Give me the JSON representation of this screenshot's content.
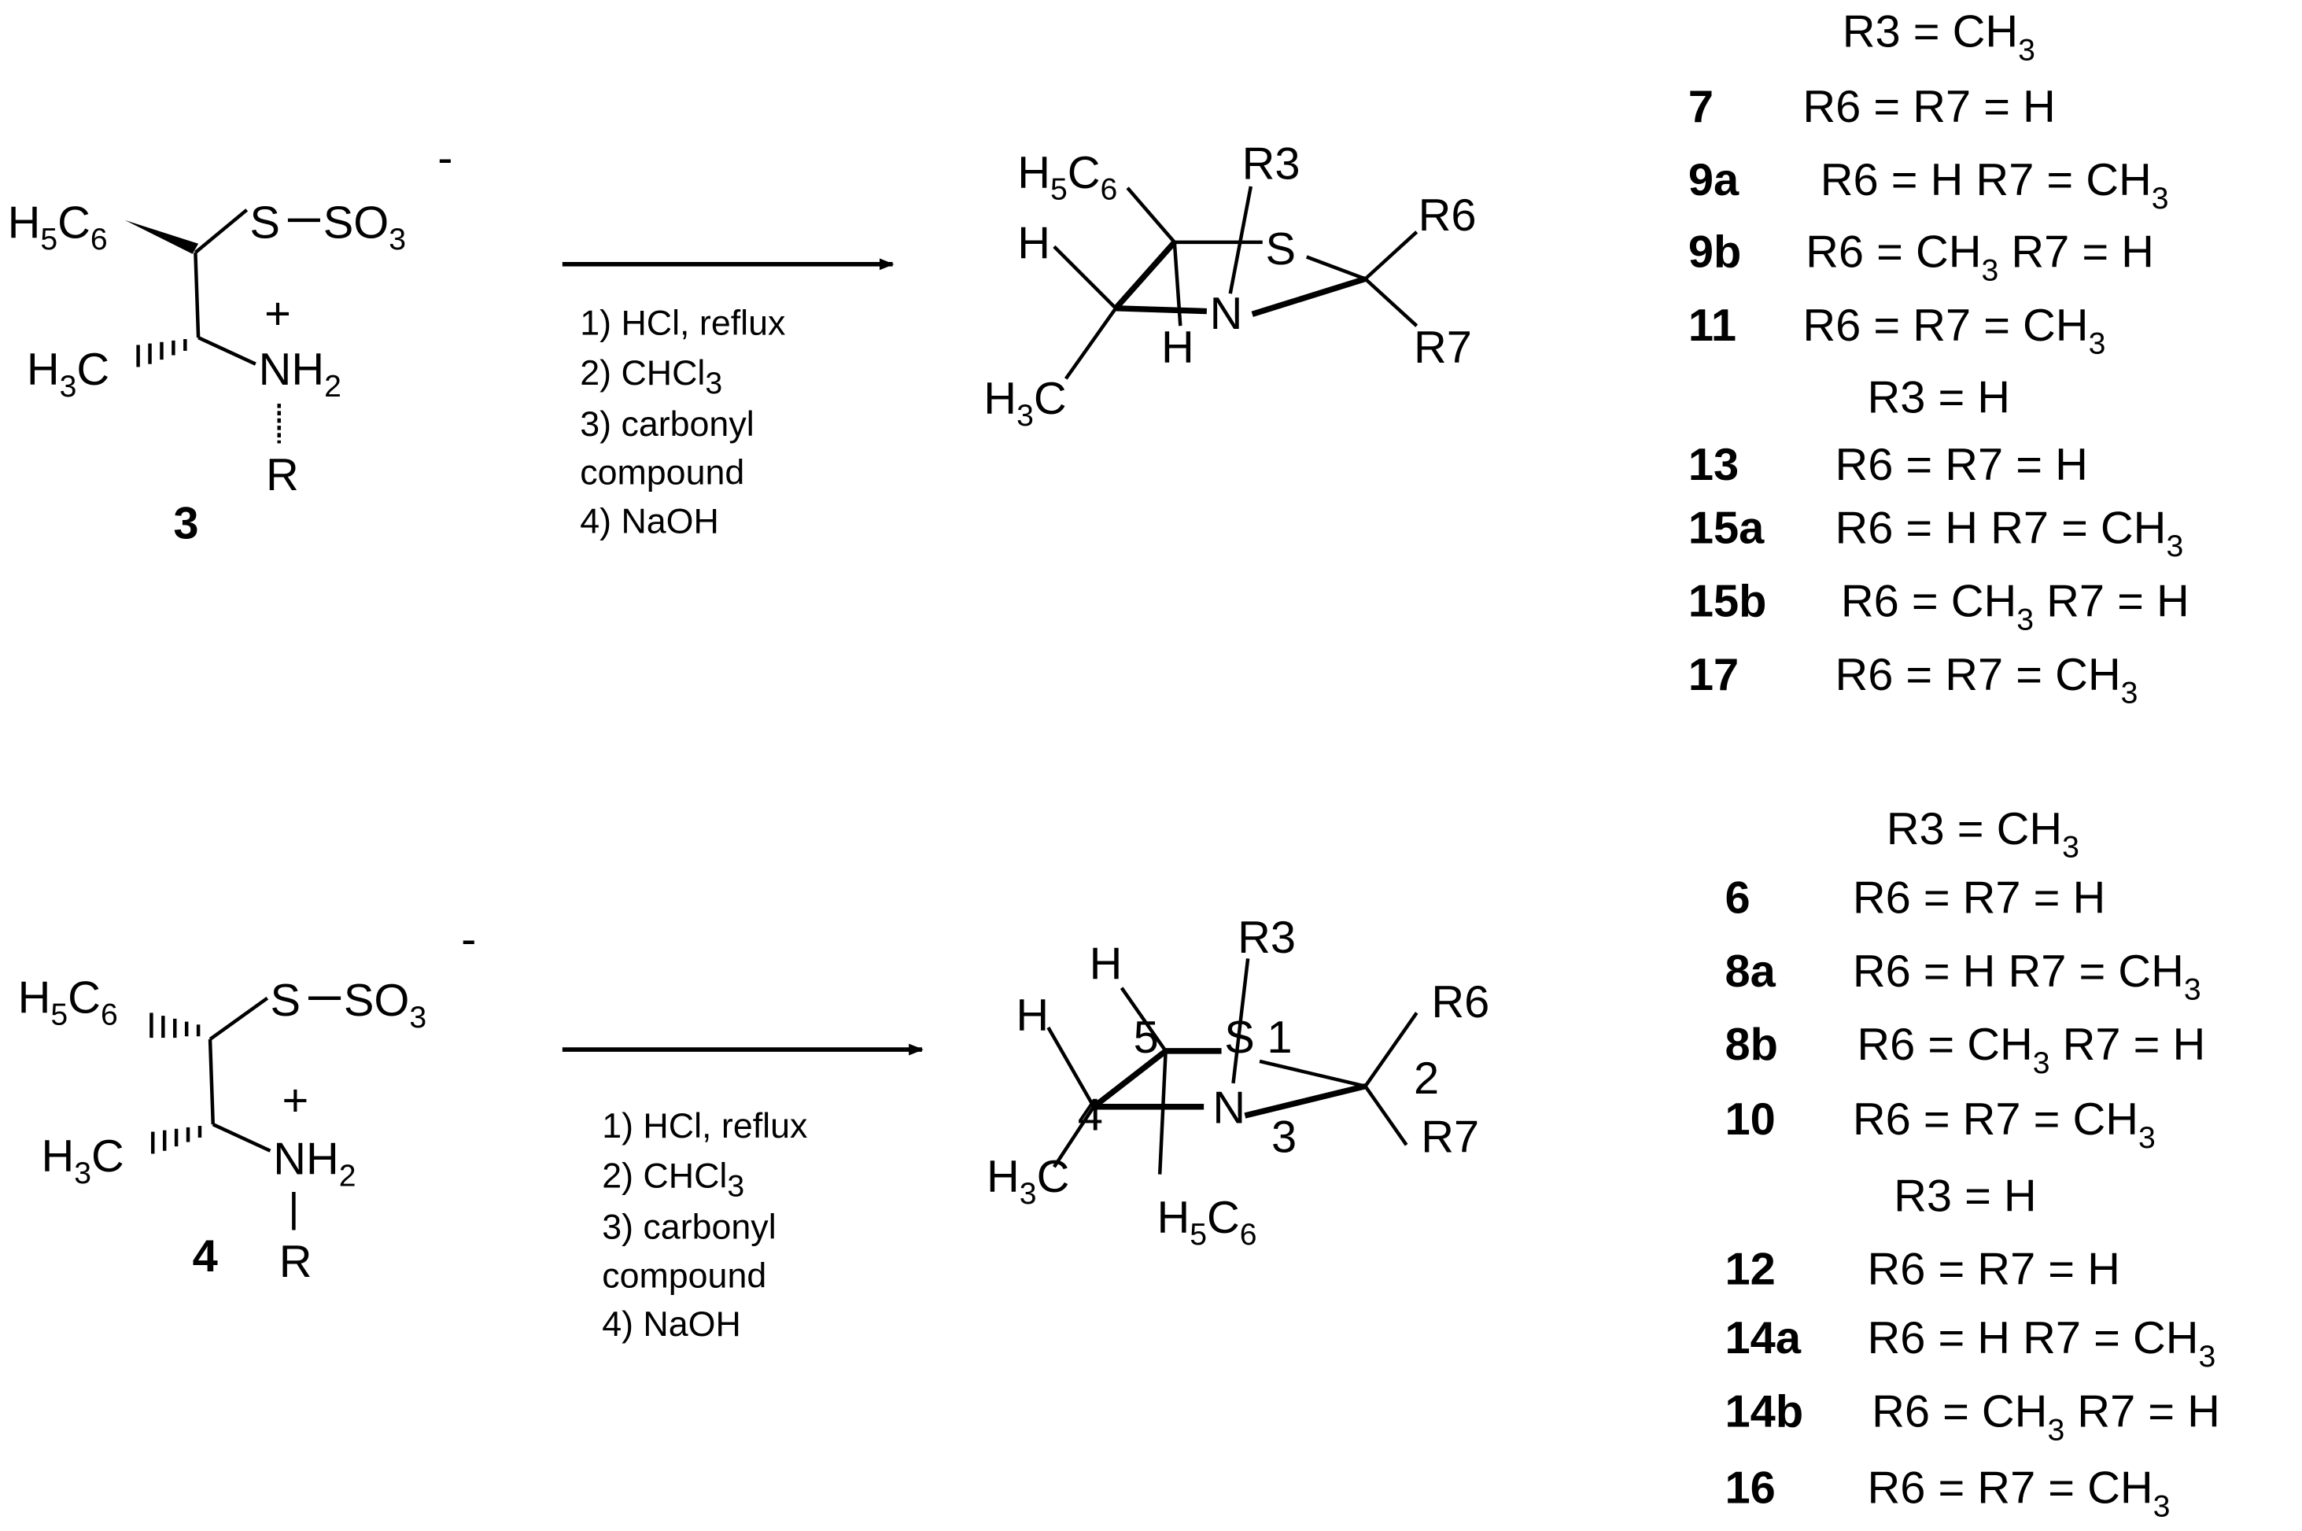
{
  "scheme": {
    "top": {
      "reactant": {
        "phenyl": [
          "H",
          "5",
          "C",
          "6"
        ],
        "methyl": [
          "H",
          "3",
          "C"
        ],
        "thio": "S",
        "sulfonate": [
          "SO",
          "3"
        ],
        "charge_minus": "-",
        "charge_plus": "+",
        "amine": [
          "NH",
          "2"
        ],
        "r": "R",
        "id": "3"
      },
      "conditions": [
        "1) HCl, reflux",
        [
          "2) CHCl",
          "3"
        ],
        "3) carbonyl",
        "compound",
        "4) NaOH"
      ],
      "product": {
        "phenyl": [
          "H",
          "5",
          "C",
          "6"
        ],
        "h1": "H",
        "h2": "H",
        "methyl": [
          "H",
          "3",
          "C"
        ],
        "r3": "R3",
        "s": "S",
        "n": "N",
        "r6": "R6",
        "r7": "R7"
      },
      "table": {
        "groups": [
          {
            "header": [
              "R3  =  CH",
              "3"
            ],
            "rows": [
              {
                "id": "7",
                "formula": [
                  "R6 = R7 = H"
                ]
              },
              {
                "id": "9a",
                "formula": [
                  "R6 = H R7 = CH",
                  "3"
                ]
              },
              {
                "id": "9b",
                "formula": [
                  "R6 = CH",
                  "3",
                  " R7 = H"
                ]
              },
              {
                "id": "11",
                "formula": [
                  "R6 = R7 = CH",
                  "3"
                ]
              }
            ]
          },
          {
            "header": [
              "R3 = H"
            ],
            "rows": [
              {
                "id": "13",
                "formula": [
                  "R6 = R7 = H"
                ]
              },
              {
                "id": "15a",
                "formula": [
                  "R6 = H R7 = CH",
                  "3"
                ]
              },
              {
                "id": "15b",
                "formula": [
                  "R6 = CH",
                  "3",
                  " R7 = H"
                ]
              },
              {
                "id": "17",
                "formula": [
                  "R6 = R7 = CH",
                  "3"
                ]
              }
            ]
          }
        ]
      }
    },
    "bottom": {
      "reactant": {
        "phenyl": [
          "H",
          "5",
          "C",
          "6"
        ],
        "methyl": [
          "H",
          "3",
          "C"
        ],
        "thio": "S",
        "sulfonate": [
          "SO",
          "3"
        ],
        "charge_minus": "-",
        "charge_plus": "+",
        "amine": [
          "NH",
          "2"
        ],
        "r": "R",
        "id": "4"
      },
      "conditions": [
        "1) HCl, reflux",
        [
          "2) CHCl",
          "3"
        ],
        "3) carbonyl",
        "compound",
        "4) NaOH"
      ],
      "product": {
        "phenyl": [
          "H",
          "5",
          "C",
          "6"
        ],
        "h1": "H",
        "h2": "H",
        "methyl": [
          "H",
          "3",
          "C"
        ],
        "r3": "R3",
        "s": "S",
        "n": "N",
        "r6": "R6",
        "r7": "R7",
        "ring_numbers": [
          "1",
          "2",
          "3",
          "4",
          "5"
        ]
      },
      "table": {
        "groups": [
          {
            "header": [
              "R3 = CH",
              "3"
            ],
            "rows": [
              {
                "id": "6",
                "formula": [
                  "R6 = R7 = H"
                ]
              },
              {
                "id": "8a",
                "formula": [
                  "R6 = H R7 = CH",
                  "3"
                ]
              },
              {
                "id": "8b",
                "formula": [
                  "R6 = CH",
                  "3",
                  " R7 = H"
                ]
              },
              {
                "id": "10",
                "formula": [
                  "R6 = R7 = CH",
                  "3"
                ]
              }
            ]
          },
          {
            "header": [
              "R3 = H"
            ],
            "rows": [
              {
                "id": "12",
                "formula": [
                  "R6 = R7 = H"
                ]
              },
              {
                "id": "14a",
                "formula": [
                  "R6 = H R7 = CH",
                  "3"
                ]
              },
              {
                "id": "14b",
                "formula": [
                  "R6 = CH",
                  "3",
                  " R7 = H"
                ]
              },
              {
                "id": "16",
                "formula": [
                  "R6 = R7 = CH",
                  "3"
                ]
              }
            ]
          }
        ]
      }
    }
  }
}
